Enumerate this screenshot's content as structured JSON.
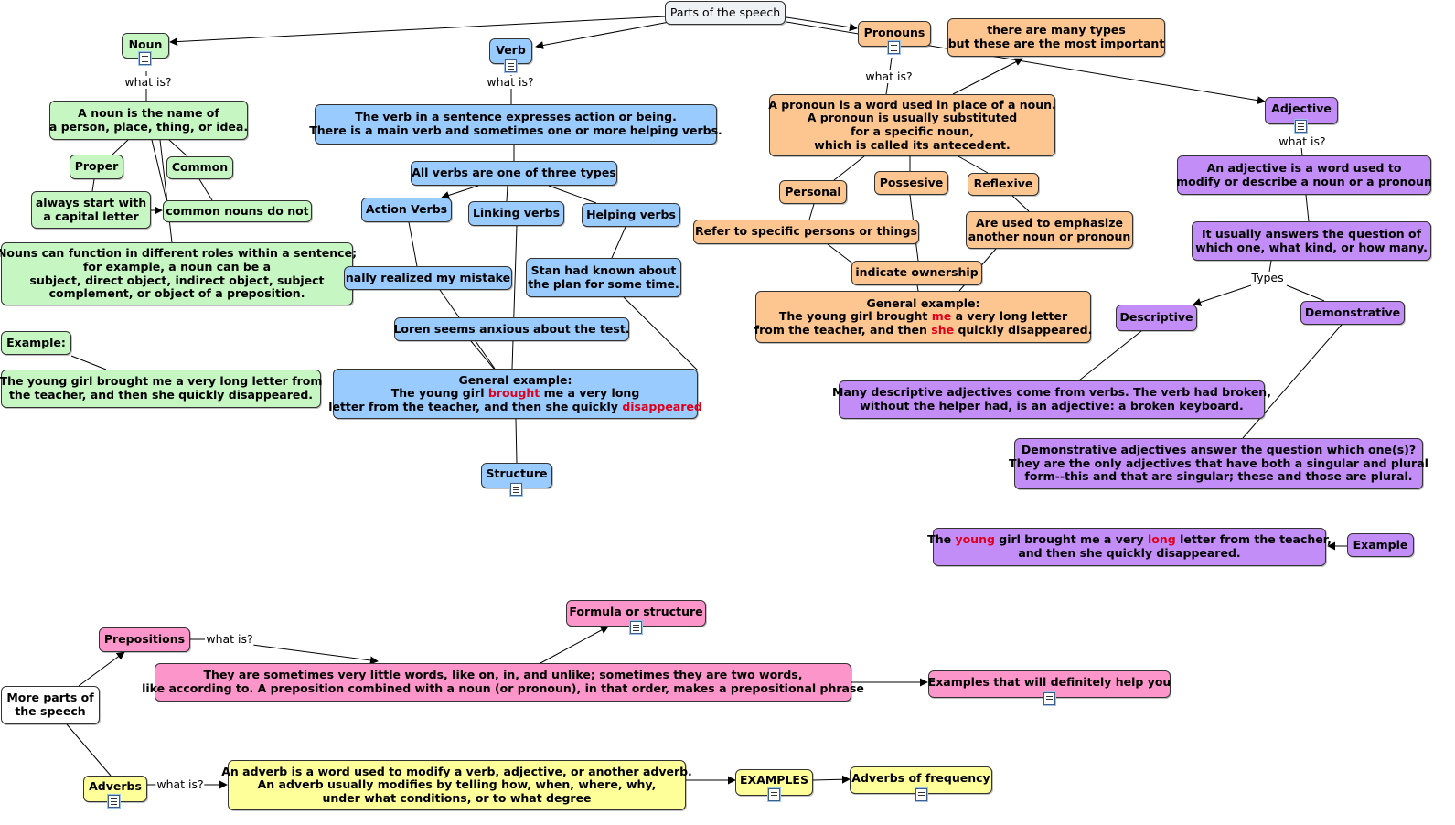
{
  "root": "Parts of the speech",
  "noun": {
    "title": "Noun",
    "what_is": "what is?",
    "definition": "A noun is the name of\na person, place, thing, or idea.",
    "proper": "Proper",
    "common": "Common",
    "proper_rule": "always start with\na capital letter",
    "common_rule": "common nouns do not",
    "roles": "Nouns can function in different roles within a sentence;\nfor example, a noun can be a\nsubject, direct object, indirect object, subject\ncomplement, or object of a preposition.",
    "example_label": "Example:",
    "example_text": "The young girl brought me a very long letter from\nthe teacher, and then she quickly disappeared."
  },
  "verb": {
    "title": "Verb",
    "what_is": "what is?",
    "definition": "The verb in a sentence expresses action or being.\nThere is a main verb and sometimes one or more helping verbs.",
    "three_types": "All verbs are one of three types",
    "action": "Action Verbs",
    "linking": "Linking verbs",
    "helping": "Helping verbs",
    "action_example": "nally realized my mistake",
    "helping_example": "Stan had known about\nthe plan for some time.",
    "linking_example": "Loren seems anxious about the test.",
    "general_1": "General example:",
    "general_2a": "The young girl ",
    "general_2b": "brought",
    "general_2c": " me a very long",
    "general_3a": "letter from the teacher, and then she quickly ",
    "general_3b": "disappeared",
    "structure": "Structure"
  },
  "pronoun": {
    "title": "Pronouns",
    "what_is": "what is?",
    "types_note": "there are many types\nbut these are the most important",
    "definition": "A pronoun is a word used in place of a noun.\nA pronoun is usually substituted\nfor a specific noun,\nwhich is called its antecedent.",
    "personal": "Personal",
    "possesive": "Possesive",
    "reflexive": "Reflexive",
    "personal_desc": "Refer to specific persons or things",
    "reflexive_desc": "Are used to emphasize\nanother noun or pronoun",
    "possesive_desc": "indicate ownership",
    "general_1": "General example:",
    "general_2a": "The young girl brought ",
    "general_2b": "me",
    "general_2c": " a very long letter",
    "general_3a": "from the teacher, and then ",
    "general_3b": "she",
    "general_3c": " quickly disappeared."
  },
  "adjective": {
    "title": "Adjective",
    "what_is": "what is?",
    "definition": "An adjective is a word used to\nmodify or describe a noun or a pronoun",
    "answers": "It usually answers the question of\nwhich one, what kind, or how many.",
    "types_label": "Types",
    "descriptive": "Descriptive",
    "demonstrative": "Demonstrative",
    "descriptive_desc": "Many descriptive adjectives come from verbs. The verb had broken,\nwithout the helper had, is an adjective: a broken keyboard.",
    "demonstrative_desc": "Demonstrative adjectives answer the question which one(s)?\nThey are the only adjectives that have both a singular and plural\nform--this and that are singular; these and those are plural.",
    "example_label": "Example",
    "example_1a": "The ",
    "example_1b": "young",
    "example_1c": " girl brought me a very ",
    "example_1d": "long",
    "example_1e": " letter from the teacher,",
    "example_2": "and then she quickly disappeared."
  },
  "more": {
    "title": "More parts of\nthe speech",
    "prepositions": "Prepositions",
    "prep_what_is": "what is?",
    "prep_definition": "They are sometimes very little words, like on, in, and unlike; sometimes they are two words,\nlike according to. A preposition combined with a noun (or pronoun), in that order, makes a prepositional phrase",
    "formula": "Formula or structure",
    "examples_help": "Examples that will definitely help you",
    "adverbs": "Adverbs",
    "adv_what_is": "what is?",
    "adv_definition": "An adverb is a word used to modify a verb, adjective, or another adverb.\nAn adverb usually modifies by telling how, when, where, why,\nunder what conditions, or to what degree",
    "examples": "EXAMPLES",
    "frequency": "Adverbs of frequency"
  },
  "colors": {
    "noun": "#c6f7c3",
    "verb": "#99cbff",
    "pronoun": "#fdc58f",
    "adjective": "#c38df8",
    "preposition": "#fc95c9",
    "adverb": "#ffff99",
    "highlight": "#e0001b"
  }
}
